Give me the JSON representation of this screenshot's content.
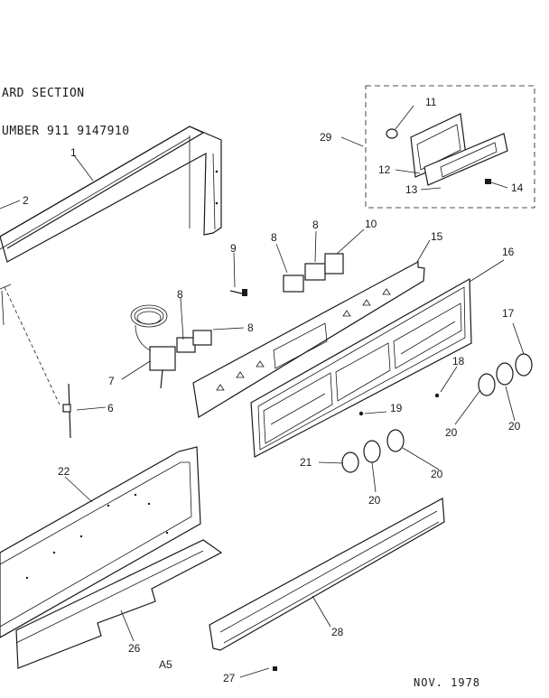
{
  "header": {
    "section_label": "ARD SECTION",
    "model_label": "UMBER 911 9147910"
  },
  "callouts": [
    {
      "id": "1",
      "label": "1"
    },
    {
      "id": "2",
      "label": "2"
    },
    {
      "id": "6",
      "label": "6"
    },
    {
      "id": "7",
      "label": "7"
    },
    {
      "id": "8a",
      "label": "8"
    },
    {
      "id": "8b",
      "label": "8"
    },
    {
      "id": "8c",
      "label": "8"
    },
    {
      "id": "8d",
      "label": "8"
    },
    {
      "id": "9",
      "label": "9"
    },
    {
      "id": "10",
      "label": "10"
    },
    {
      "id": "11",
      "label": "11"
    },
    {
      "id": "12",
      "label": "12"
    },
    {
      "id": "13",
      "label": "13"
    },
    {
      "id": "14",
      "label": "14"
    },
    {
      "id": "15",
      "label": "15"
    },
    {
      "id": "16",
      "label": "16"
    },
    {
      "id": "17",
      "label": "17"
    },
    {
      "id": "18",
      "label": "18"
    },
    {
      "id": "19",
      "label": "19"
    },
    {
      "id": "20a",
      "label": "20"
    },
    {
      "id": "20b",
      "label": "20"
    },
    {
      "id": "20c",
      "label": "20"
    },
    {
      "id": "20d",
      "label": "20"
    },
    {
      "id": "21",
      "label": "21"
    },
    {
      "id": "22",
      "label": "22"
    },
    {
      "id": "26",
      "label": "26"
    },
    {
      "id": "27",
      "label": "27"
    },
    {
      "id": "28",
      "label": "28"
    },
    {
      "id": "29",
      "label": "29"
    }
  ],
  "footer": {
    "page_code": "A5",
    "date": "NOV. 1978"
  }
}
